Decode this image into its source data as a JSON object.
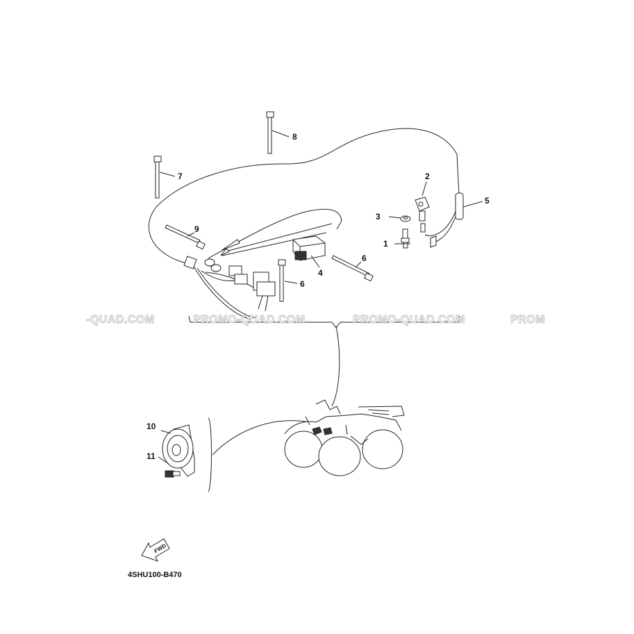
{
  "parts": [
    "1",
    "2",
    "3",
    "4",
    "5",
    "6",
    "6",
    "7",
    "8",
    "9",
    "10",
    "11"
  ],
  "watermark": {
    "left": "-QUAD.COM",
    "middle": "PROMO-QUAD.COM",
    "right": "PROMO-QUAD.COM",
    "edge": "PROM"
  },
  "fwd_label": "FWD",
  "reference_code": "4SHU100-B470"
}
